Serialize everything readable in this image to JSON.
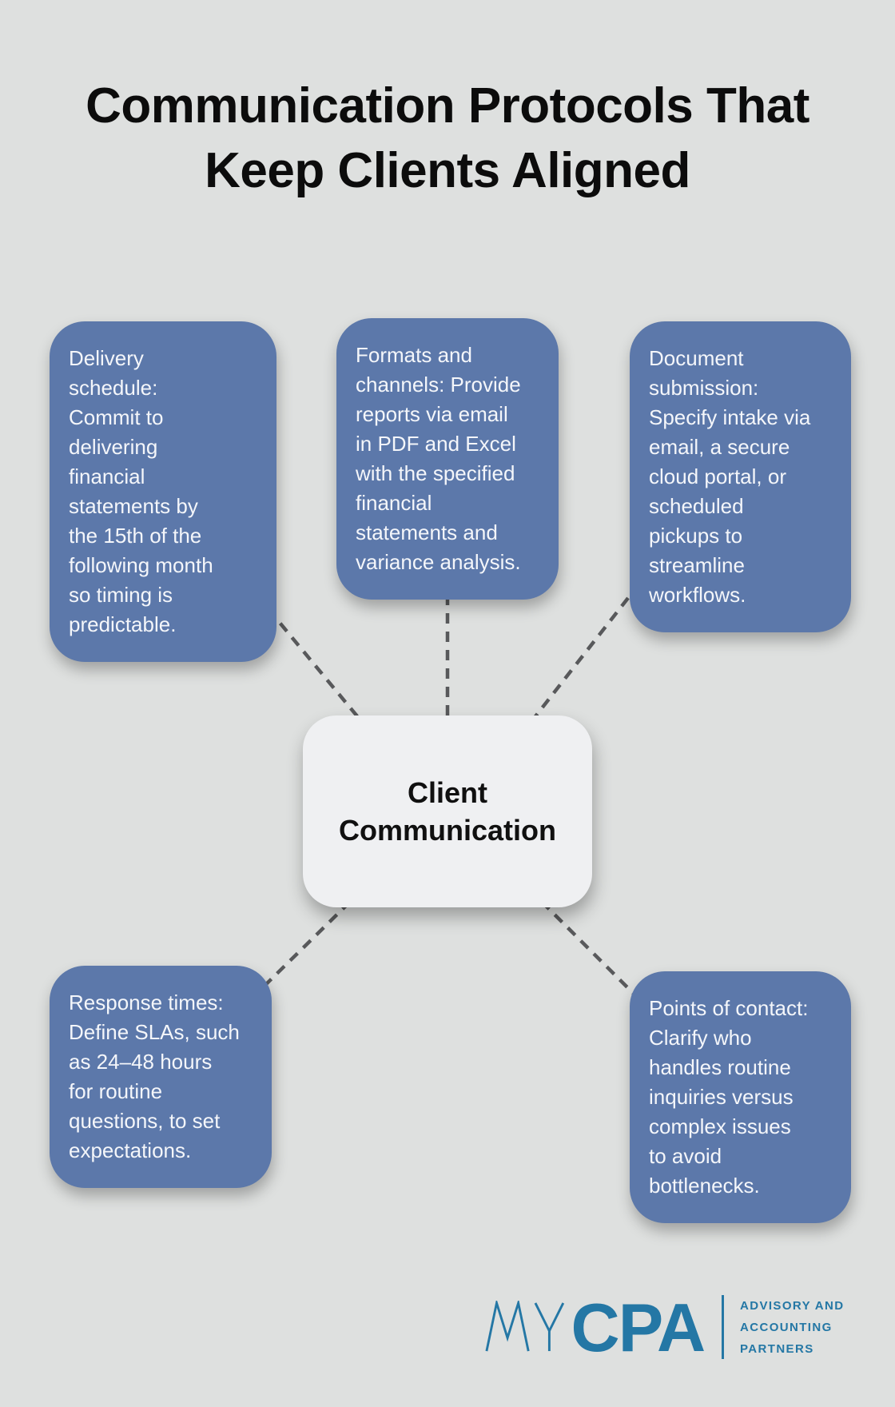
{
  "colors": {
    "page_bg": "#dee0df",
    "card_bg": "#5c78aa",
    "card_text": "#f4f6fa",
    "center_bg": "#eff0f2",
    "center_text": "#101010",
    "title_color": "#0c0c0c",
    "connector": "#58595b",
    "logo_color": "#2477a5"
  },
  "title": {
    "text": "Communication Protocols That\nKeep Clients Aligned"
  },
  "center": {
    "label": "Client\nCommunication"
  },
  "cards": [
    {
      "id": "delivery-schedule",
      "text": "Delivery\nschedule:\nCommit to\ndelivering\nfinancial\nstatements by\nthe 15th of the\nfollowing month\nso timing is\npredictable."
    },
    {
      "id": "formats-and-channels",
      "text": "Formats and\nchannels: Provide\nreports via email\nin PDF and Excel\nwith the specified\nfinancial\nstatements and\nvariance analysis."
    },
    {
      "id": "document-submission",
      "text": "Document\nsubmission:\nSpecify intake via\nemail, a secure\ncloud portal, or\nscheduled\npickups to\nstreamline\nworkflows."
    },
    {
      "id": "response-times",
      "text": "Response times:\nDefine SLAs, such\nas 24–48 hours\nfor routine\nquestions, to set\nexpectations."
    },
    {
      "id": "points-of-contact",
      "text": "Points of contact:\nClarify who\nhandles routine\ninquiries versus\ncomplex issues\nto avoid\nbottlenecks."
    }
  ],
  "logo": {
    "brand_thin": "MY",
    "brand_bold": "CPA",
    "tagline_lines": [
      "ADVISORY AND",
      "ACCOUNTING",
      "PARTNERS"
    ]
  }
}
